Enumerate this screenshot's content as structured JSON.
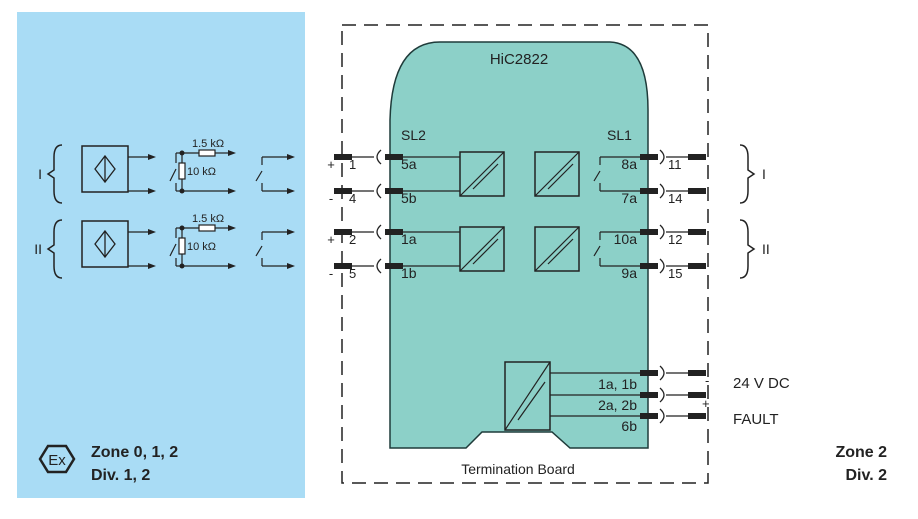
{
  "module": {
    "name": "HiC2822",
    "left_slot": "SL2",
    "right_slot": "SL1",
    "termination": "Termination Board"
  },
  "hazardous_zone": {
    "line1": "Zone 0, 1, 2",
    "line2": "Div. 1, 2",
    "ex_symbol": "Ex",
    "bg_color": "#a9dcf5"
  },
  "safe_zone": {
    "line1": "Zone 2",
    "line2": "Div. 2"
  },
  "module_color": "#8cd0c8",
  "channels": [
    {
      "label": "I",
      "resistor_series": "1.5 kΩ",
      "resistor_parallel": "10 kΩ",
      "in_terms": [
        {
          "sign": "+",
          "num": "1",
          "pin": "5a"
        },
        {
          "sign": "-",
          "num": "4",
          "pin": "5b"
        }
      ],
      "out_terms": [
        {
          "pin": "8a",
          "num": "11"
        },
        {
          "pin": "7a",
          "num": "14"
        }
      ]
    },
    {
      "label": "II",
      "resistor_series": "1.5 kΩ",
      "resistor_parallel": "10 kΩ",
      "in_terms": [
        {
          "sign": "+",
          "num": "2",
          "pin": "1a"
        },
        {
          "sign": "-",
          "num": "5",
          "pin": "1b"
        }
      ],
      "out_terms": [
        {
          "pin": "10a",
          "num": "12"
        },
        {
          "pin": "9a",
          "num": "15"
        }
      ]
    }
  ],
  "power": {
    "pins": [
      "1a, 1b",
      "2a, 2b",
      "6b"
    ],
    "minus": "-",
    "plus": "+",
    "supply": "24 V DC",
    "fault": "FAULT"
  }
}
